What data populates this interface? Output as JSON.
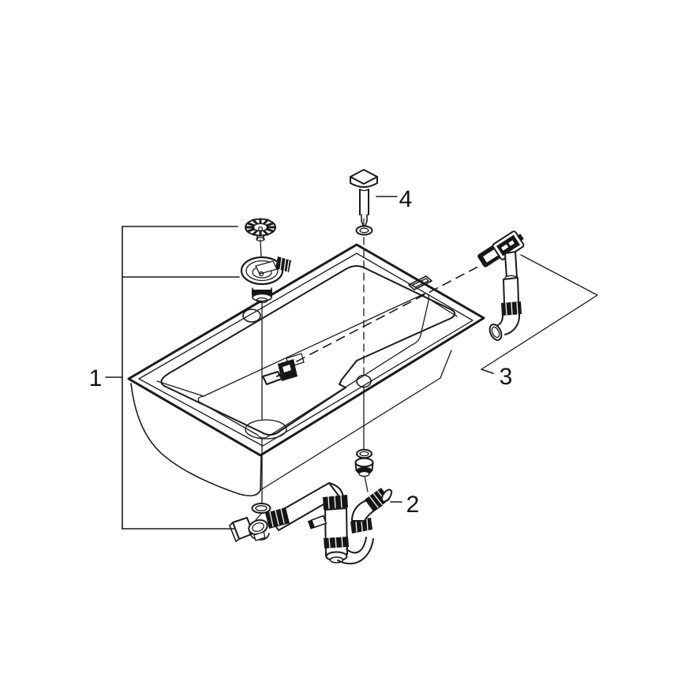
{
  "diagram": {
    "background": "#ffffff",
    "line_color": "#1a1a1a",
    "callouts": {
      "part1": "1",
      "part2": "2",
      "part3": "3",
      "part4": "4"
    }
  }
}
